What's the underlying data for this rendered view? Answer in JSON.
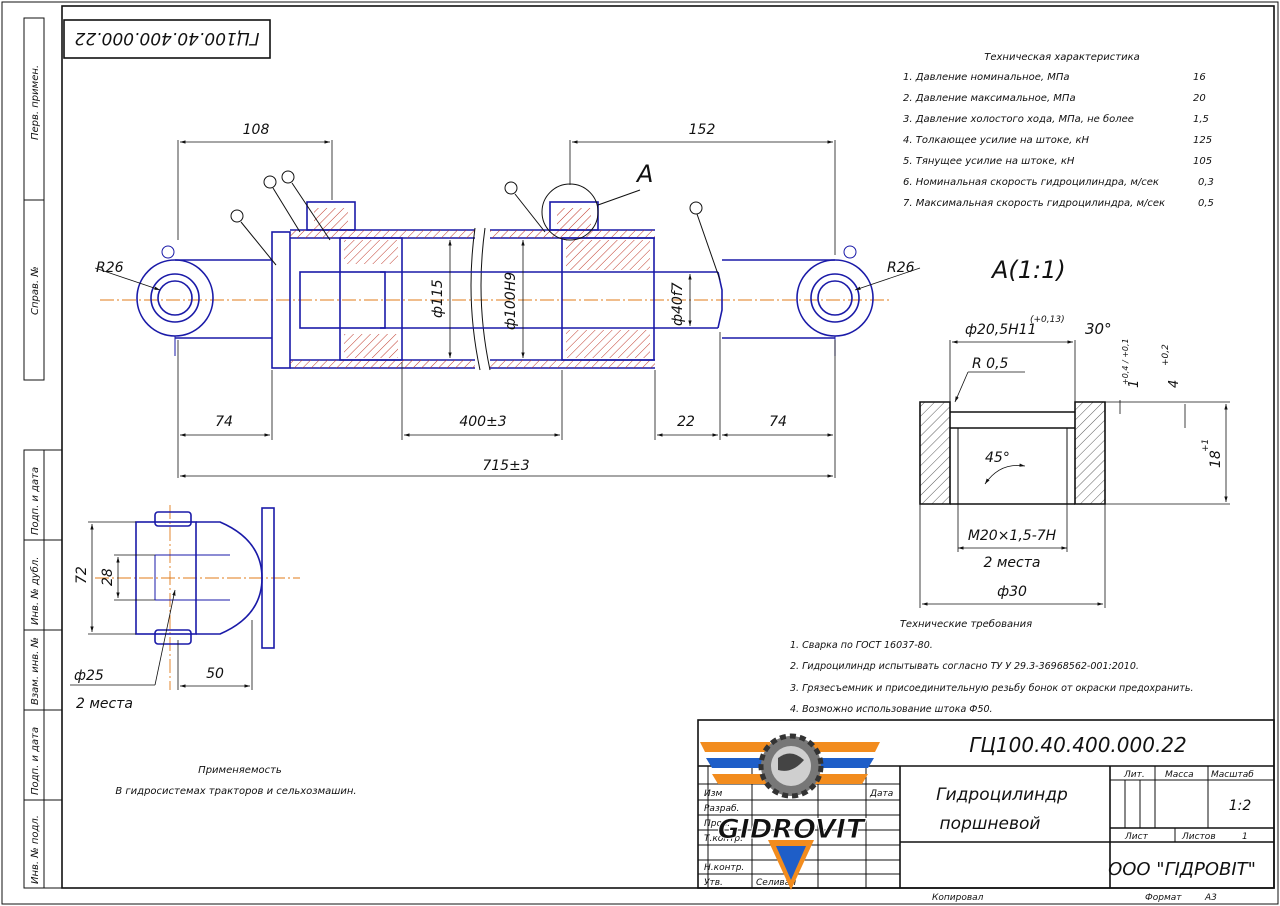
{
  "drawing_number": "ГЦ100.40.400.000.22",
  "drawing_number_rotated": "ГЦ100.40.400.000.22",
  "title_line1": "Гидроцилиндр",
  "title_line2": "поршневой",
  "company": "ООО \"ГІДРОВІТ\"",
  "scale_value": "1:2",
  "sheet_word": "Лист",
  "sheets_word": "Листов",
  "sheets_value": "1",
  "lit_header": "Лит.",
  "mass_header": "Масса",
  "scale_header": "Масштаб",
  "copied": "Копировал",
  "format_label": "Формат",
  "format_value": "А3",
  "stamp_rows": [
    "Изм",
    "Разраб.",
    "Пров.",
    "Т.контр.",
    "Н.контр.",
    "Утв."
  ],
  "stamp_utv_name": "Селиван",
  "stamp_date_label": "Дата",
  "logo_text": "GIDROVIT",
  "side_labels": [
    "Перв. примен.",
    "Справ. №",
    "Подп. и дата",
    "Инв. № дубл.",
    "Взам. инв. №",
    "Подп. и дата",
    "Инв. № подл."
  ],
  "tech_char": {
    "title": "Техническая характеристика",
    "rows": [
      {
        "label": "1. Давление номинальное, МПа",
        "value": "16"
      },
      {
        "label": "2. Давление максимальное, МПа",
        "value": "20"
      },
      {
        "label": "3. Давление холостого хода, МПа, не более",
        "value": "1,5"
      },
      {
        "label": "4. Толкающее усилие на штоке, кН",
        "value": "125"
      },
      {
        "label": "5. Тянущее усилие на штоке, кН",
        "value": "105"
      },
      {
        "label": "6. Номинальная скорость гидроцилиндра, м/сек",
        "value": "0,3"
      },
      {
        "label": "7. Максимальная скорость гидроцилиндра, м/сек",
        "value": "0,5"
      }
    ]
  },
  "tech_req": {
    "title": "Технические требования",
    "items": [
      "1. Сварка по ГОСТ 16037-80.",
      "2. Гидроцилиндр испытывать согласно ТУ У 29.3-36968562-001:2010.",
      "3. Грязесъемник и присоединительную резьбу бонок от окраски предохранить.",
      "4. Возможно использование штока Ф50."
    ]
  },
  "applicability": {
    "title": "Применяемость",
    "text": "В гидросистемах тракторов и сельхозмашин."
  },
  "dims": {
    "d108": "108",
    "d152": "152",
    "dA": "А",
    "r26_left": "R26",
    "r26_right": "R26",
    "d115": "ф115",
    "d100": "ф100Н9",
    "d40": "ф40f7",
    "d74_left": "74",
    "d400": "400±3",
    "d22": "22",
    "d74_right": "74",
    "d715": "715±3",
    "d72": "72",
    "d28": "28",
    "d25": "ф25",
    "d2mesta_left": "2 места",
    "d50": "50"
  },
  "detail": {
    "title": "А(1:1)",
    "d20": "ф20,5H11",
    "d20_tol": "(+0,13)",
    "a30": "30°",
    "r05": "R 0,5",
    "d1": "1",
    "d1_tol": "+0,4 / +0,1",
    "d4": "4",
    "d4_tol": "+0,2",
    "a45": "45°",
    "d18": "18",
    "d18_tol": "+1",
    "thread": "М20×1,5-7Н",
    "mesta": "2 места",
    "d30": "ф30"
  }
}
